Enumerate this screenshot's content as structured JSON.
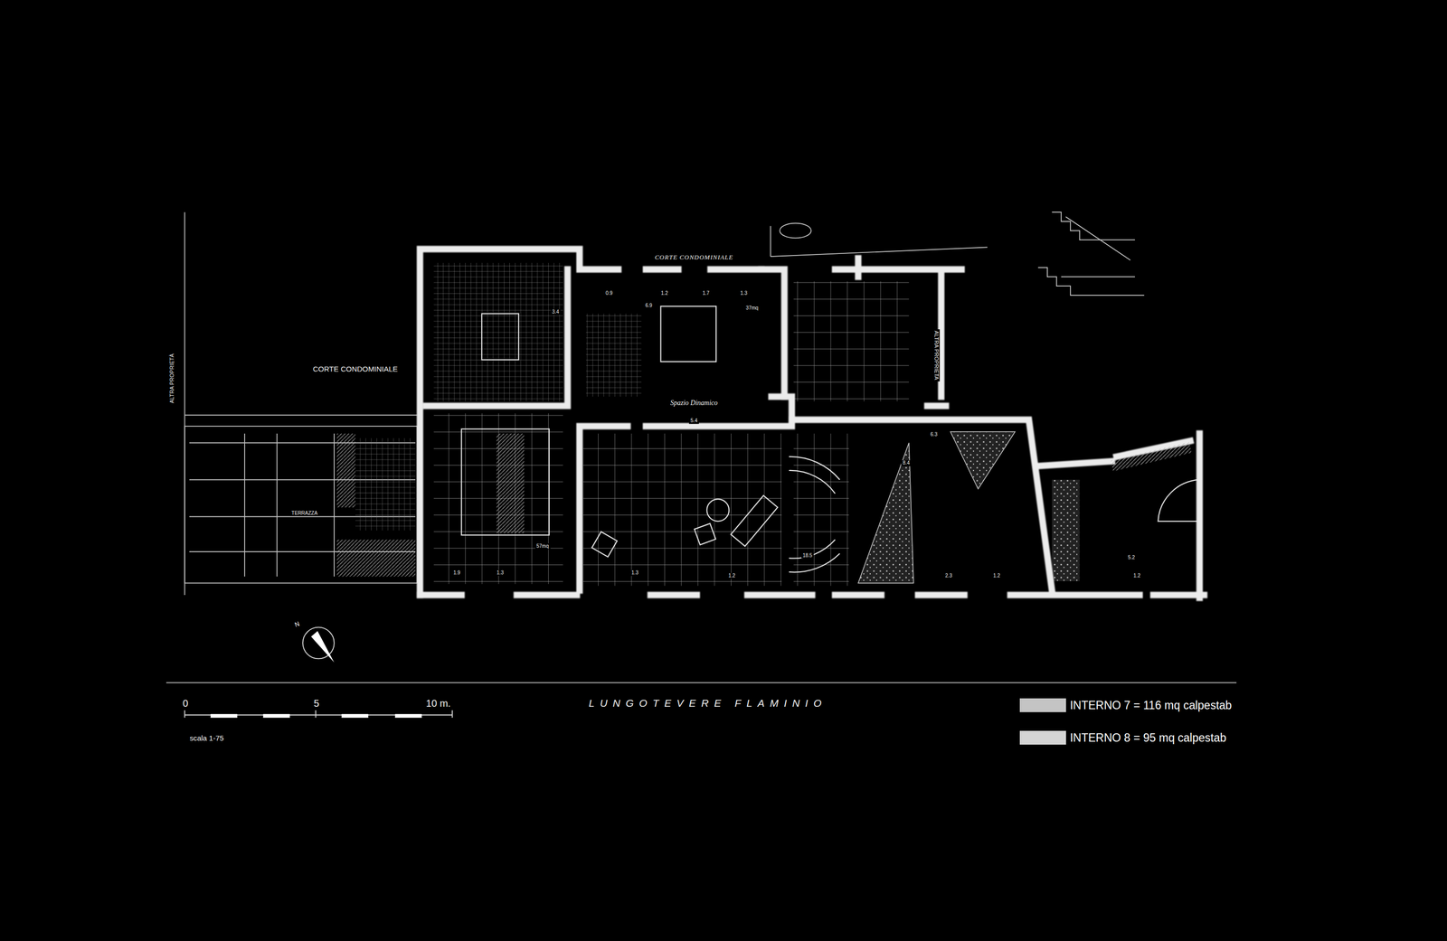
{
  "diagram": {
    "labels": [
      "CORTE CONDOMINIALE",
      "TERRAZZA",
      "ALTRA PROPRIETÀ",
      "ALTRA PROPRIETA",
      "CORTE CONDOMINIALE",
      "Spazio Dinamico",
      "57mq",
      "37mq",
      "6.9",
      "1.2",
      "1.7",
      "1.3",
      "0.9",
      "5.4",
      "3.4",
      "6.3",
      "8.4",
      "2.3",
      "1.2",
      "5.2",
      "1.2",
      "1.9",
      "1.3",
      "1.3",
      "1.2",
      "18.5",
      "N",
      "0",
      "5",
      "10 m.",
      "scala 1-75",
      "LUNGOTEVERE FLAMINIO"
    ],
    "legend": [
      {
        "text": "INTERNO 7 = 116 mq calpestab",
        "color": "#c4c4c4"
      },
      {
        "text": "INTERNO 8 = 95 mq calpestab",
        "color": "#d4d4d4"
      }
    ]
  }
}
